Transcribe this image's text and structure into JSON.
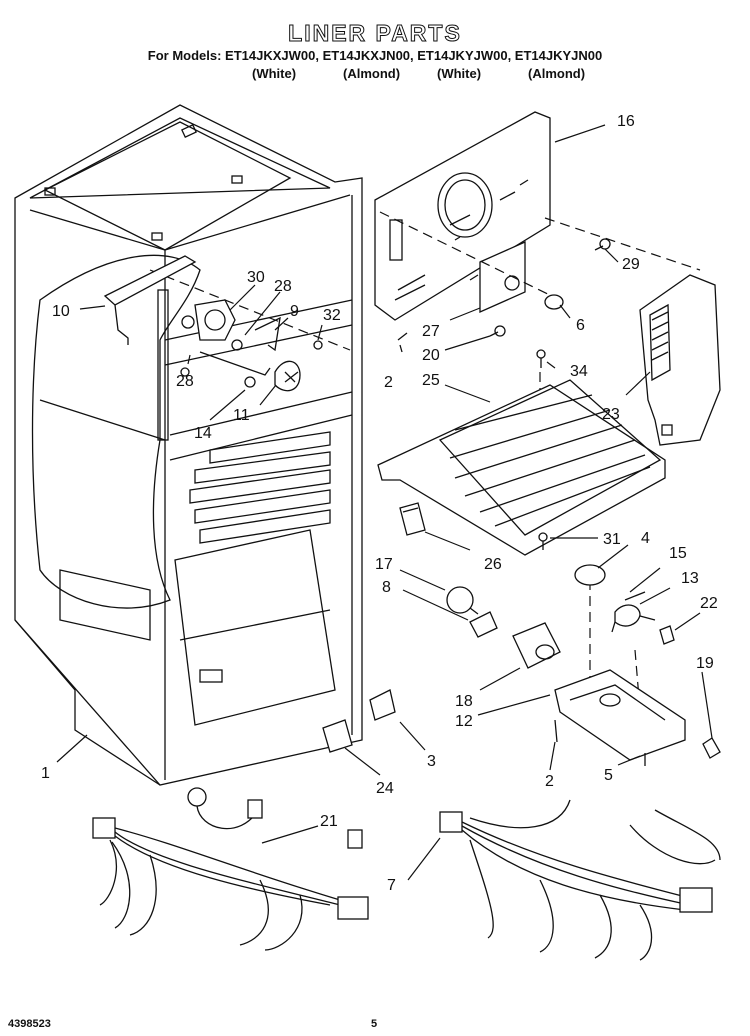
{
  "header": {
    "title": "LINER PARTS",
    "models_line": "For Models: ET14JKXJW00, ET14JKXJN00, ET14JKYJW00, ET14JKYJN00",
    "colors": [
      "(White)",
      "(Almond)",
      "(White)",
      "(Almond)"
    ]
  },
  "callouts": [
    "16",
    "29",
    "6",
    "27",
    "20",
    "34",
    "2",
    "25",
    "23",
    "10",
    "30",
    "28",
    "9",
    "32",
    "28",
    "14",
    "11",
    "31",
    "4",
    "15",
    "13",
    "22",
    "17",
    "8",
    "26",
    "18",
    "12",
    "19",
    "1",
    "3",
    "2",
    "5",
    "24",
    "21",
    "7"
  ],
  "footer": {
    "doc_number": "4398523",
    "page": "5"
  }
}
